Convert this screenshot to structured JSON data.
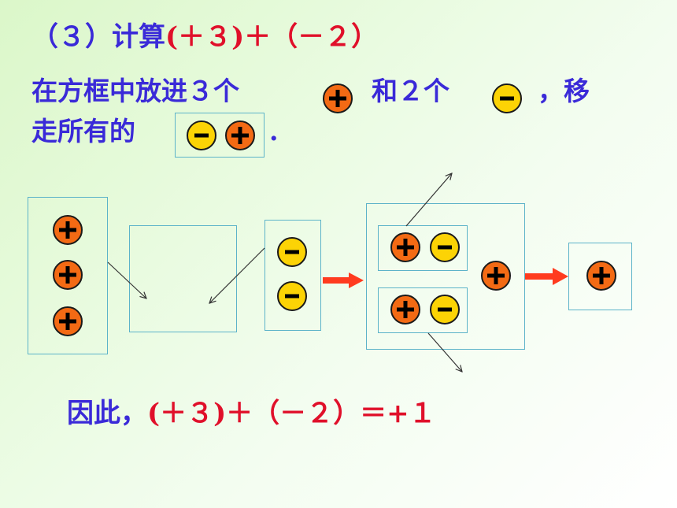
{
  "title": {
    "step_label": "（３）计算",
    "expression": "(＋３)＋（－２）"
  },
  "instruction": {
    "part1": "在方框中放进３个",
    "part2": "和２个",
    "part3": "，移",
    "part4": "走所有的",
    "part5": "."
  },
  "conclusion": {
    "label": "因此，",
    "equation": "(＋３)＋（－２）＝+１"
  },
  "colors": {
    "text_blue": "#3a2ad8",
    "text_red": "#e0102a",
    "plus_token": "#f36a14",
    "minus_token": "#fcd305",
    "box_border": "#5cb3c9",
    "arrow_red": "#ff3b1f"
  }
}
